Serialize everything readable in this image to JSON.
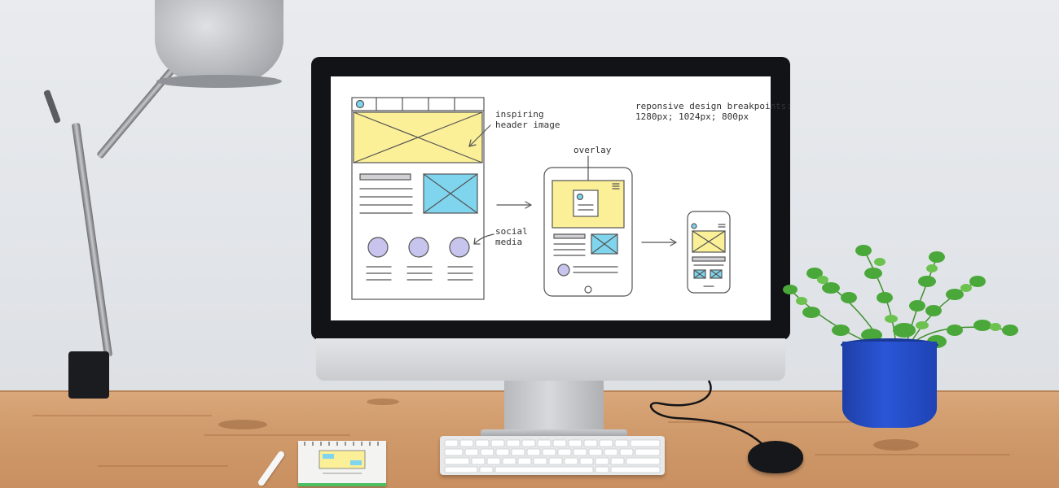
{
  "screen": {
    "annotations": {
      "header_image": "inspiring\nheader image",
      "social_media": "social\nmedia",
      "overlay": "overlay",
      "breakpoints": "reponsive design breakpoints:\n1280px; 1024px; 800px"
    }
  },
  "colors": {
    "wireframe_yellow": "#fbef98",
    "wireframe_blue": "#7fd4ee",
    "wireframe_purple": "#c7c4ee",
    "pot_blue": "#2347c4",
    "notebook_green": "#4cbf62"
  },
  "icons": [
    "desk-lamp-icon",
    "monitor-icon",
    "keyboard-icon",
    "mouse-icon",
    "notebook-icon",
    "pen-icon",
    "potted-plant-icon"
  ]
}
